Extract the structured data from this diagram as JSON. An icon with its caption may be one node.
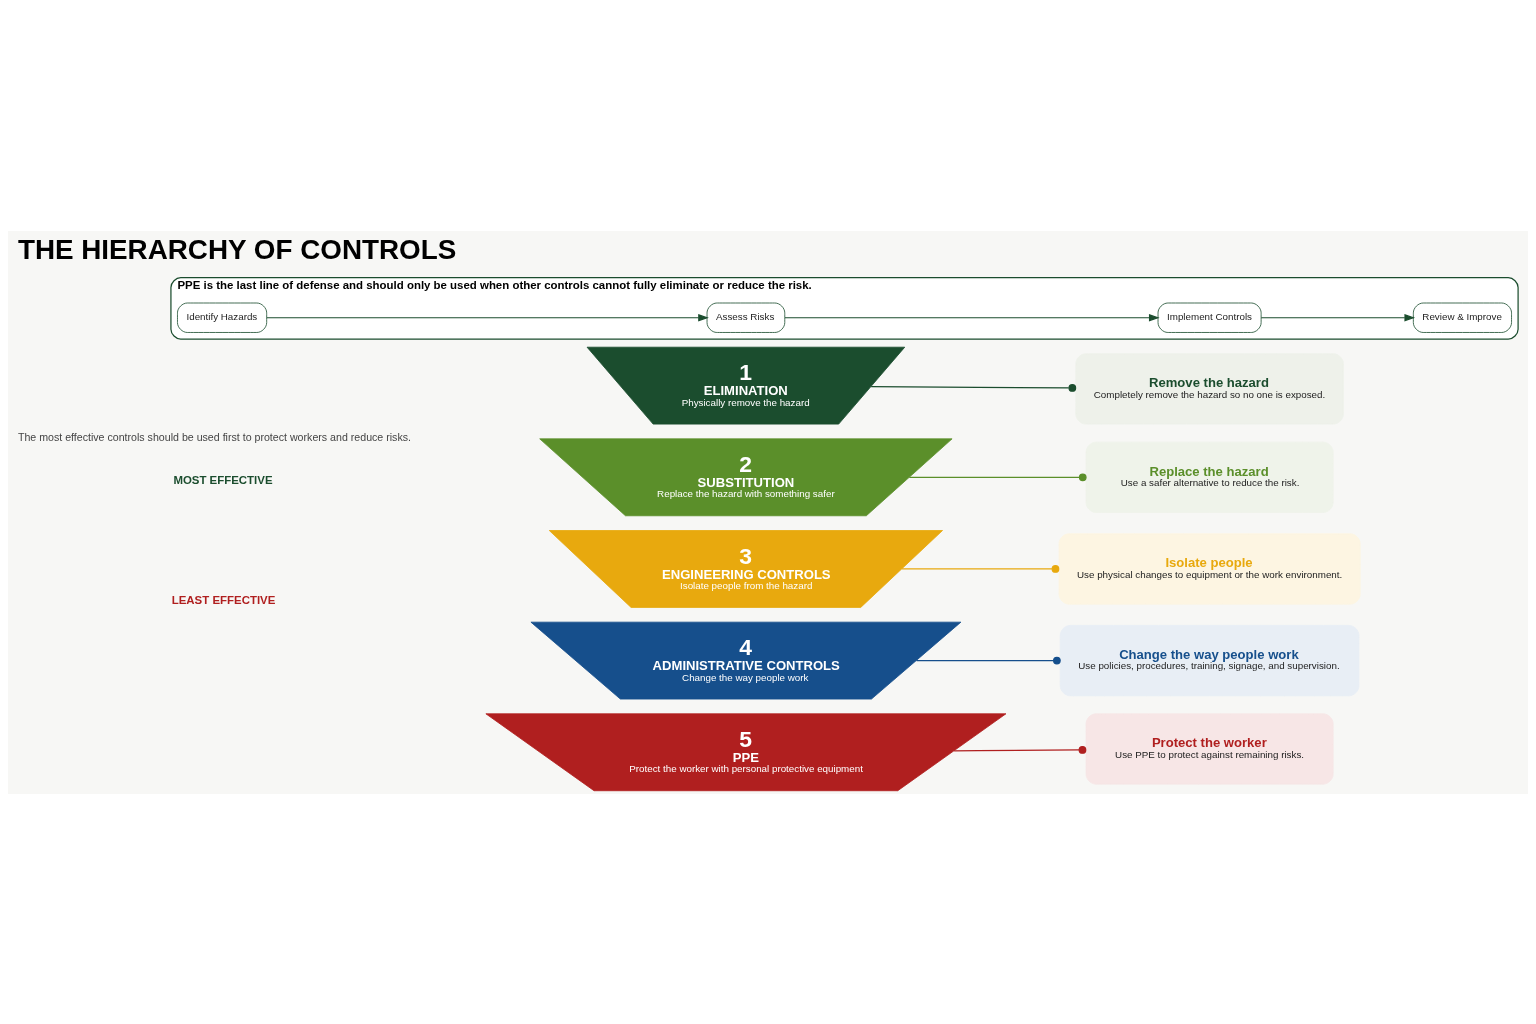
{
  "diagram": {
    "title": "THE HIERARCHY OF CONTROLS",
    "nodes": [
      {
        "text": [
          "1",
          "ELIMINATION",
          "Physically remove the hazard"
        ]
      },
      {
        "text": [
          "2",
          "SUBSTITUTION",
          "Replace the hazard with something safer"
        ]
      },
      {
        "text": [
          "3",
          "ENGINEERING CONTROLS",
          "Isolate people from the hazard"
        ]
      },
      {
        "text": [
          "4",
          "ADMINISTRATIVE CONTROLS",
          "Change the way people work"
        ]
      },
      {
        "text": [
          "5",
          "PPE",
          "Protect the worker with personal protective equipment"
        ]
      },
      {
        "text": [
          "Remove the hazard",
          "Completely remove the hazard so no one is exposed."
        ]
      },
      {
        "text": [
          "Replace the hazard",
          "Use a safer alternative to reduce the risk."
        ]
      },
      {
        "text": [
          "Isolate people",
          "Use physical changes to equipment or the work environment."
        ]
      },
      {
        "text": [
          "Change the way people work",
          "Use policies, procedures, training, signage, and supervision."
        ]
      },
      {
        "text": [
          "Protect the worker",
          "Use PPE to protect against remaining risks."
        ]
      },
      {
        "text": [
          "PPE is the last line of defense and should only be used when other controls cannot fully eliminate or reduce the risk."
        ]
      },
      {
        "text": [
          "Identify Hazards"
        ],
        "in": 10
      },
      {
        "text": [
          "Assess Risks"
        ],
        "in": 10
      },
      {
        "text": [
          "Implement Controls"
        ],
        "in": 10
      },
      {
        "text": [
          "Review & Improve"
        ],
        "in": 10
      }
    ],
    "edges": [
      {
        "from": 0,
        "to": 5,
        "arrow": "other"
      },
      {
        "from": 1,
        "to": 6,
        "arrow": "other",
        "color": "#5b8f2a"
      },
      {
        "from": 2,
        "to": 7,
        "arrow": "other",
        "color": "#e8a90e"
      },
      {
        "from": 3,
        "to": 8,
        "arrow": "other",
        "color": "#164f8c"
      },
      {
        "from": 4,
        "to": 9,
        "arrow": "other",
        "color": "#b01f1f"
      },
      {
        "from": 11,
        "to": 12,
        "arrow": "to"
      },
      {
        "from": 12,
        "to": 13,
        "arrow": "to"
      },
      {
        "from": 13,
        "to": 14,
        "arrow": "to"
      }
    ],
    "labels": [
      "The most effective controls should be used first to protect workers and reduce risks.",
      "MOST EFFECTIVE",
      "LEAST EFFECTIVE"
    ]
  }
}
